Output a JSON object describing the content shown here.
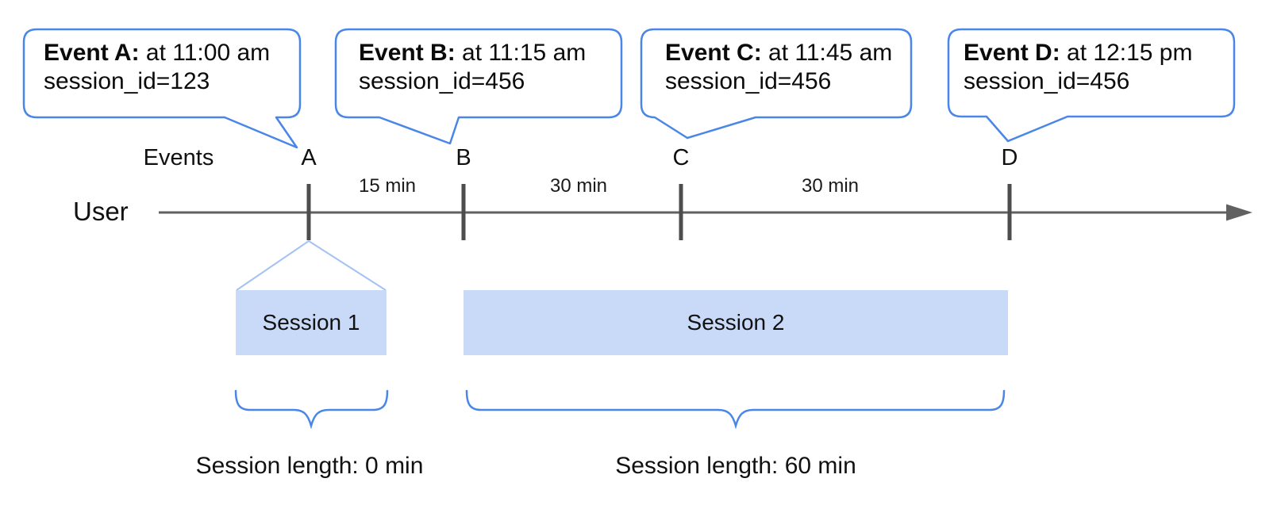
{
  "callouts": [
    {
      "event": "A",
      "title_bold": "Event A:",
      "title_rest": "at 11:00 am",
      "detail": "session_id=123"
    },
    {
      "event": "B",
      "title_bold": "Event B:",
      "title_rest": "at 11:15 am",
      "detail": "session_id=456"
    },
    {
      "event": "C",
      "title_bold": "Event C:",
      "title_rest": "at 11:45 am",
      "detail": "session_id=456"
    },
    {
      "event": "D",
      "title_bold": "Event D:",
      "title_rest": "at 12:15 pm",
      "detail": "session_id=456"
    }
  ],
  "timeline": {
    "events_label": "Events",
    "user_label": "User",
    "marks": [
      {
        "label": "A"
      },
      {
        "label": "B"
      },
      {
        "label": "C"
      },
      {
        "label": "D"
      }
    ],
    "intervals": [
      {
        "label": "15 min"
      },
      {
        "label": "30 min"
      },
      {
        "label": "30 min"
      }
    ]
  },
  "sessions": [
    {
      "label": "Session 1",
      "length": "Session length: 0 min"
    },
    {
      "label": "Session 2",
      "length": "Session length: 60 min"
    }
  ],
  "colors": {
    "accent_blue": "#4a86e8",
    "funnel_light_blue": "#a4c2f4",
    "session_fill": "#c9daf8",
    "axis_gray": "#616161",
    "tick_gray": "#4d4d4d"
  }
}
